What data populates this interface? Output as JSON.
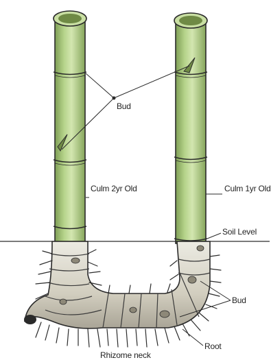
{
  "labels": {
    "bud_top": "Bud",
    "culm_2yr": "Culm 2yr Old",
    "culm_1yr": "Culm 1yr Old",
    "soil_level": "Soil Level",
    "bud_bottom": "Bud",
    "root": "Root",
    "rhizome_neck": "Rhizome neck"
  },
  "colors": {
    "culm_green": "#a9c97a",
    "culm_highlight": "#d3e6b0",
    "culm_shadow": "#7e9e55",
    "rhizome": "#d9d5c7",
    "rhizome_shadow": "#9c978a",
    "outline": "#2a2a2a"
  }
}
